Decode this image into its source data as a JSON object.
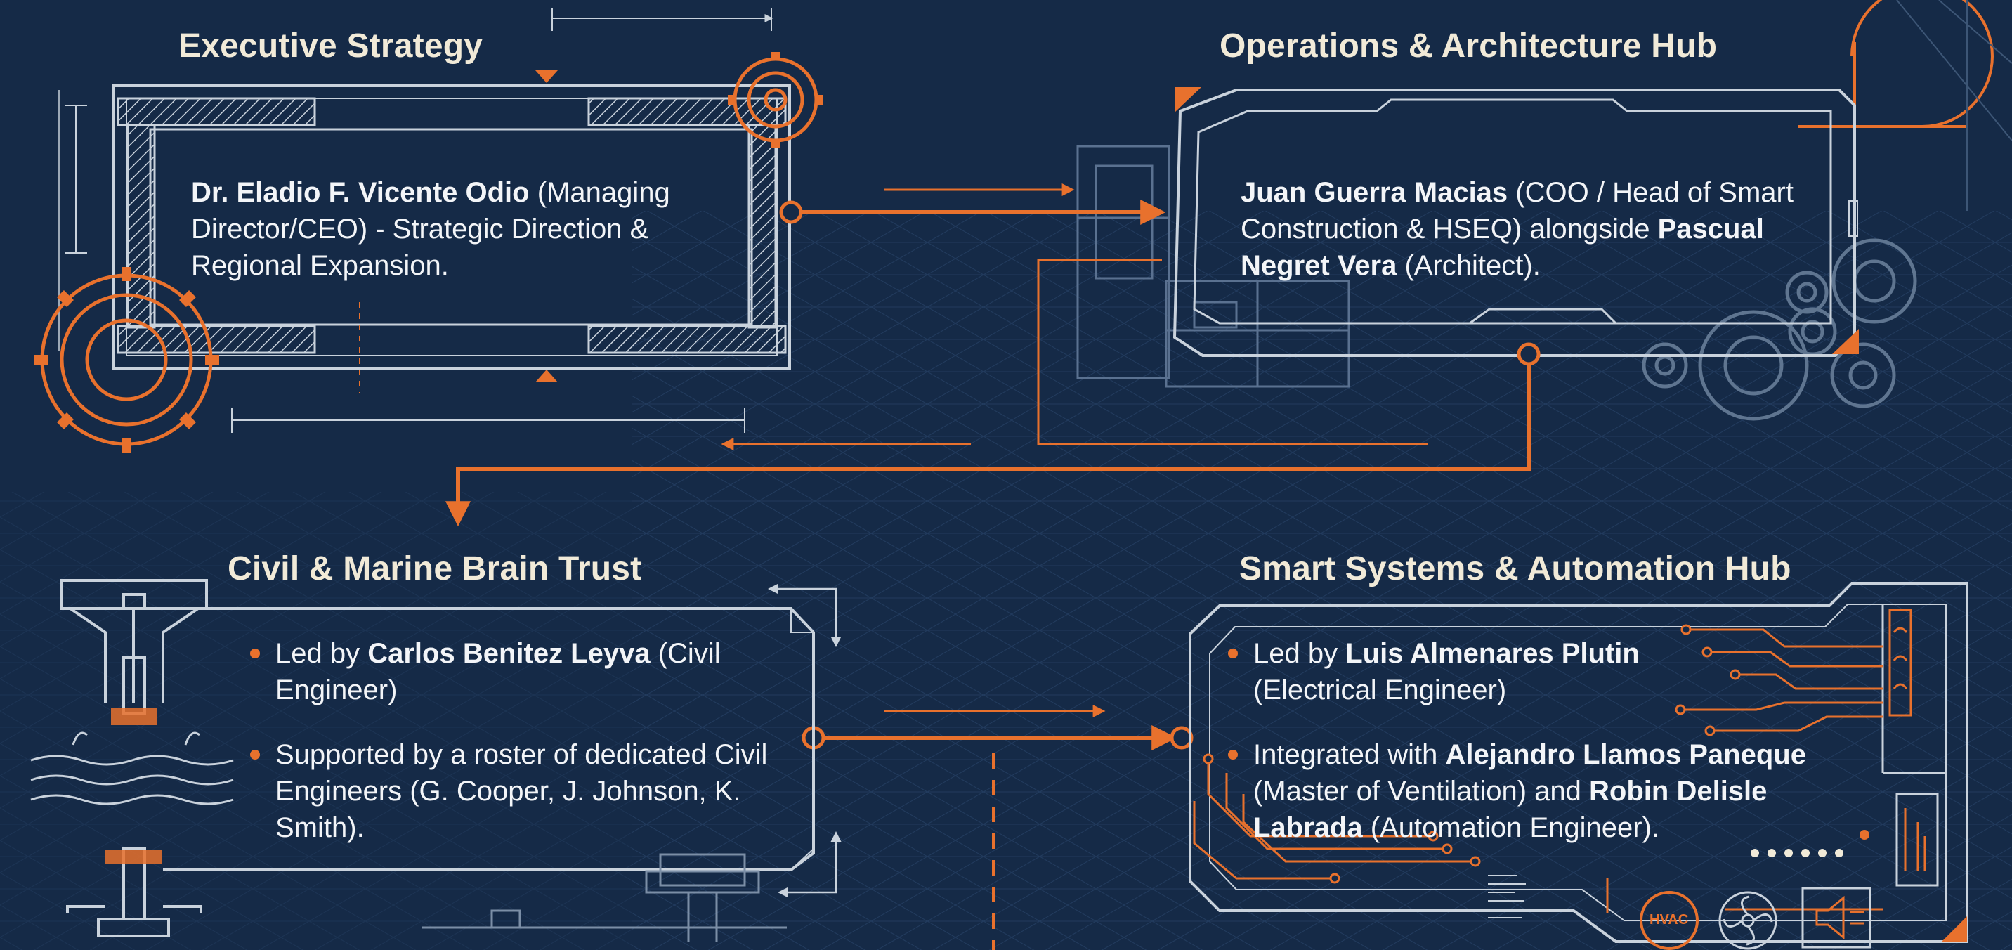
{
  "colors": {
    "background": "#152a47",
    "line": "#c9d2dc",
    "accent": "#e8712d",
    "grid": "#2c4566"
  },
  "executive": {
    "title": "Executive Strategy",
    "name": "Dr. Eladio F. Vicente Odio",
    "desc": " (Managing Director/CEO) - Strategic Direction & Regional Expansion."
  },
  "operations": {
    "title": "Operations & Architecture Hub",
    "name1": "Juan Guerra Macias",
    "desc1": " (COO / Head of Smart Construction & HSEQ) alongside ",
    "name2": "Pascual Negret Vera",
    "desc2": " (Architect)."
  },
  "civil": {
    "title": "Civil & Marine Brain Trust",
    "b1_pre": "Led by ",
    "b1_name": "Carlos Benitez Leyva",
    "b1_post": " (Civil Engineer)",
    "b2_text": "Supported by a roster of dedicated Civil Engineers (G. Cooper, J. Johnson, K. Smith)."
  },
  "smart": {
    "title": "Smart Systems & Automation Hub",
    "b1_pre": "Led by ",
    "b1_name": "Luis Almenares Plutin",
    "b1_post": " (Electrical Engineer)",
    "b2_pre": "Integrated with ",
    "b2_name1": "Alejandro Llamos Paneque",
    "b2_mid": " (Master of Ventilation) and ",
    "b2_name2": "Robin Delisle Labrada",
    "b2_post": " (Automation Engineer).",
    "hvac_label": "HVAC"
  },
  "icons": [
    "gear-icon",
    "fan-icon",
    "speaker-icon",
    "pier-icon",
    "circuit-icon",
    "blueprint-icon"
  ]
}
